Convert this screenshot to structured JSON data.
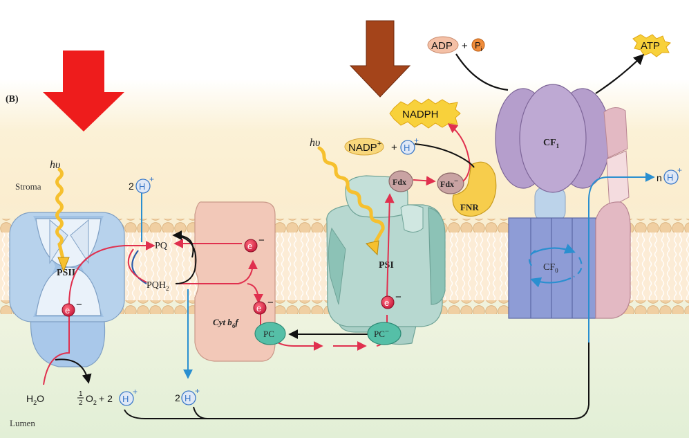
{
  "panel_label": "(B)",
  "regions": {
    "stroma": "Stroma",
    "lumen": "Lumen"
  },
  "light": {
    "psii": "hυ",
    "psi": "hυ"
  },
  "complexes": {
    "psii": "PSII",
    "cyt": "Cyt b",
    "cyt_sub6": "6",
    "cyt_f": "f",
    "psi": "PSI",
    "cf1": "CF",
    "cf1_sub": "1",
    "cf0": "CF",
    "cf0_sub": "0",
    "fnr": "FNR"
  },
  "carriers": {
    "pq": "PQ",
    "pqh2": "PQH",
    "pqh2_sub": "2",
    "pc": "PC",
    "pc_minus": "PC",
    "fdx": "Fdx",
    "fdx_minus": "Fdx"
  },
  "electron": {
    "symbol": "e",
    "charge": "−"
  },
  "proton": {
    "symbol": "H",
    "charge": "+",
    "count_2": "2",
    "count_n": "n"
  },
  "reactants": {
    "h2o": "H",
    "h2o_sub": "2",
    "h2o_o": "O",
    "o2_num": "1",
    "o2_den": "2",
    "o2": "O",
    "o2_sub": "2",
    "plus_2": "+ 2",
    "nadp": "NADP",
    "nadp_charge": "+",
    "plus": "+",
    "nadph": "NADPH",
    "adp": "ADP",
    "pi": "P",
    "pi_sub": "i",
    "atp": "ATP"
  },
  "colors": {
    "light_arrow_left": "#ee1c1c",
    "light_arrow_right": "#a4441a",
    "electron_path": "#e0304e",
    "proton_path": "#2a8fd0",
    "membrane_head": "#f0cfa2",
    "membrane_tail": "#fcecd6",
    "psii": "#b7d2ec",
    "cytb6f": "#f2c8b8",
    "psi": "#a9cfc6",
    "cf1": "#b59ecc",
    "cf0": "#8e9cd6",
    "fnr": "#f7cd4c",
    "pc": "#55bfa7"
  }
}
